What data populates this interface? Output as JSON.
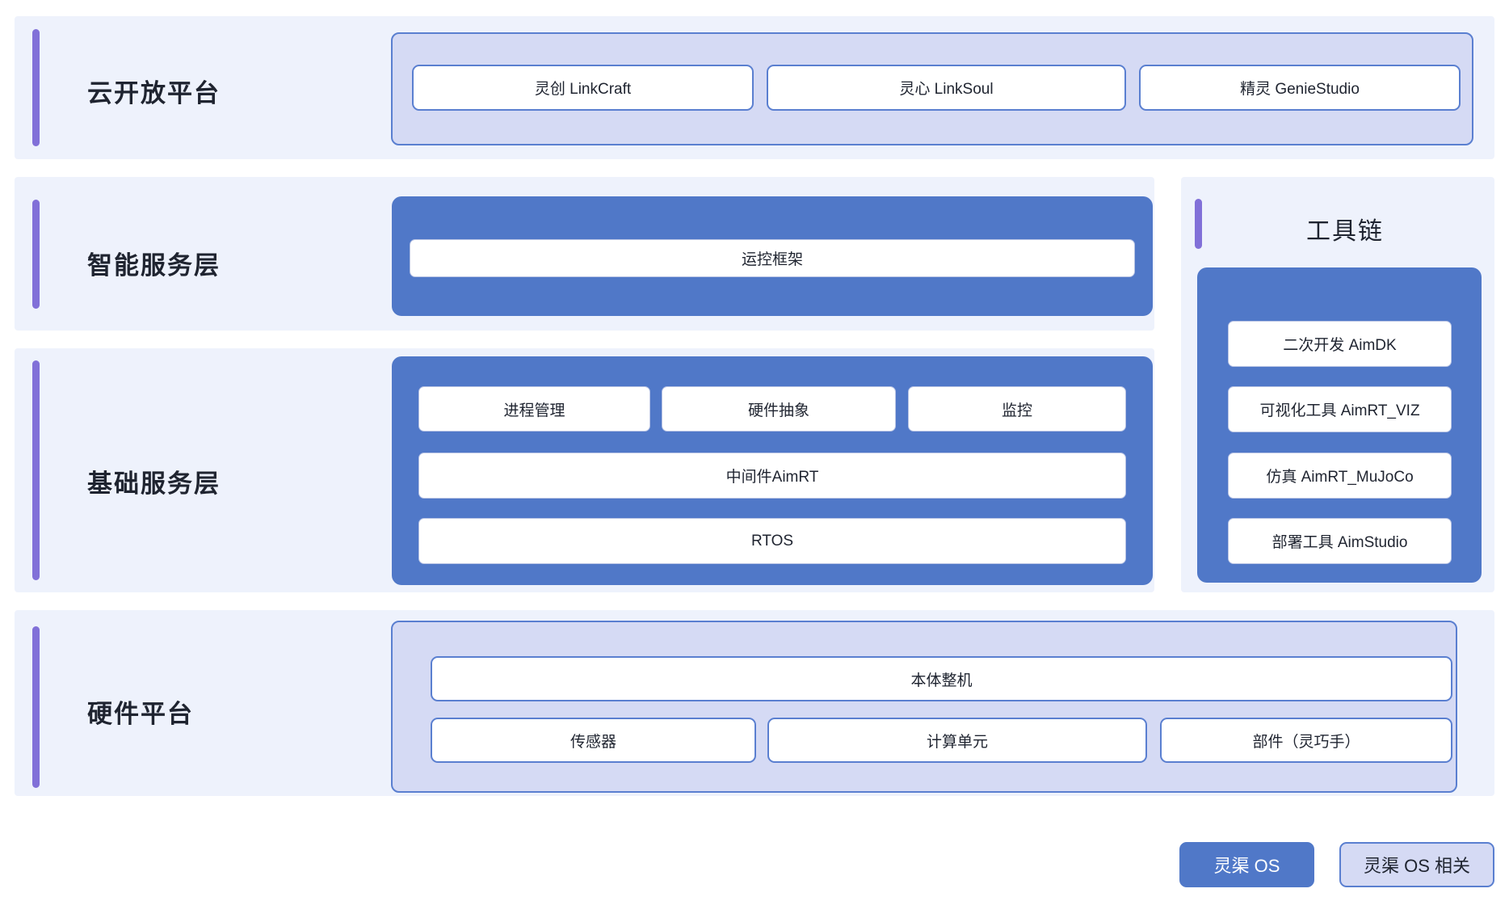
{
  "colors": {
    "band_bg": "#eef2fc",
    "accent_purple": "#8170d8",
    "panel_blue": "#5078c8",
    "panel_lavender": "#d5daf4",
    "chip_border": "#5a7fd0",
    "text_dark": "#1f2430"
  },
  "rows": [
    {
      "label": "云开放平台",
      "items": [
        "灵创 LinkCraft",
        "灵心 LinkSoul",
        "精灵 GenieStudio"
      ]
    },
    {
      "label": "智能服务层",
      "items": [
        "运控框架"
      ]
    },
    {
      "label": "基础服务层",
      "group_top": [
        "进程管理",
        "硬件抽象",
        "监控"
      ],
      "middle": "中间件AimRT",
      "bottom": "RTOS"
    },
    {
      "label": "硬件平台",
      "top": "本体整机",
      "bottom_items": [
        "传感器",
        "计算单元",
        "部件（灵巧手）"
      ]
    }
  ],
  "toolchain": {
    "title": "工具链",
    "items": [
      "二次开发 AimDK",
      "可视化工具 AimRT_VIZ",
      "仿真 AimRT_MuJoCo",
      "部署工具 AimStudio"
    ]
  },
  "legend": {
    "primary": "灵渠 OS",
    "secondary": "灵渠 OS 相关"
  }
}
